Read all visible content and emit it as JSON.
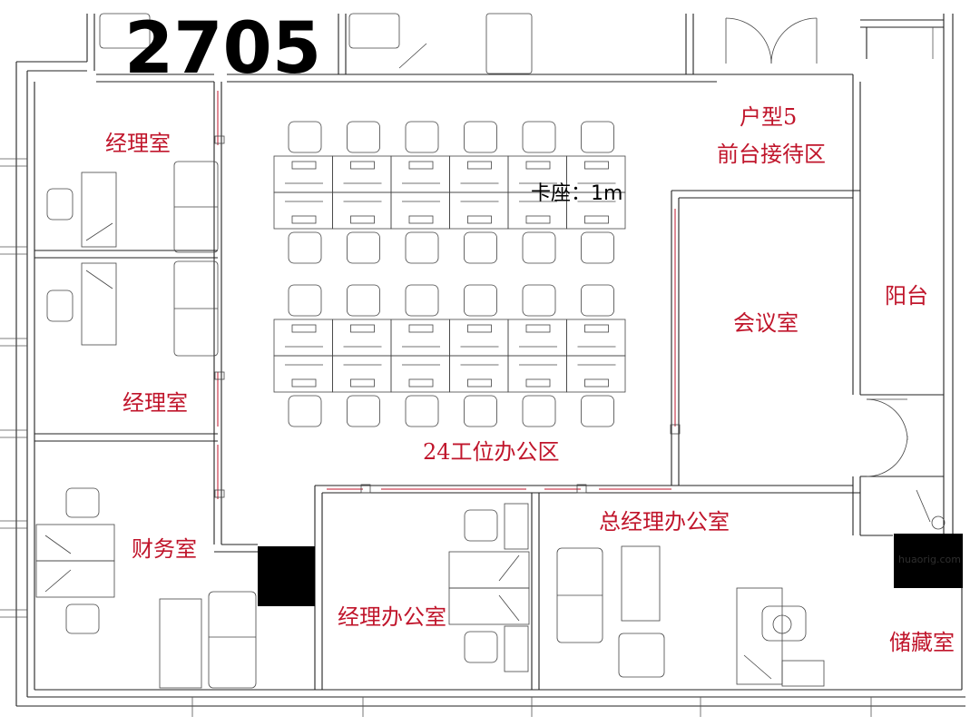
{
  "plan": {
    "unit_number": "2705",
    "desk_note": "卡座：1m",
    "watermark": "huaorig.com"
  },
  "rooms": {
    "manager_room_1": "经理室",
    "manager_room_2": "经理室",
    "unit_type": "户型5",
    "reception": "前台接待区",
    "meeting_room": "会议室",
    "balcony": "阳台",
    "open_office": "24工位办公区",
    "finance_room": "财务室",
    "gm_office": "总经理办公室",
    "manager_office": "经理办公室",
    "storage": "储藏室"
  },
  "colors": {
    "label_red": "#c0152b",
    "line": "#222222",
    "pillar": "#000000"
  }
}
